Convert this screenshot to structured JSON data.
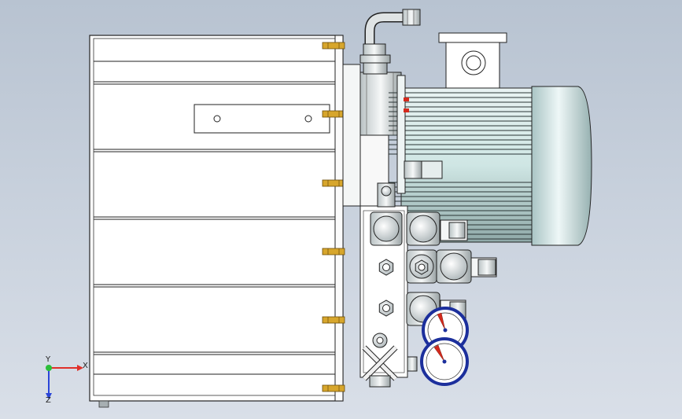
{
  "viewport": {
    "background_top": "#b8c3d1",
    "background_bottom": "#d9dfe8"
  },
  "triad": {
    "x_label": "X",
    "y_label": "Y",
    "z_label": "Z",
    "x_color": "#e0302a",
    "y_color": "#2bbf3a",
    "z_color": "#2a45d8"
  },
  "model": {
    "tank_color": "#ffffff",
    "motor_color": "#cfe6e4",
    "bolt_color": "#d7a62c",
    "gauge_ring_color": "#1c2f9c",
    "gauge_needle_color": "#d42a1d"
  }
}
